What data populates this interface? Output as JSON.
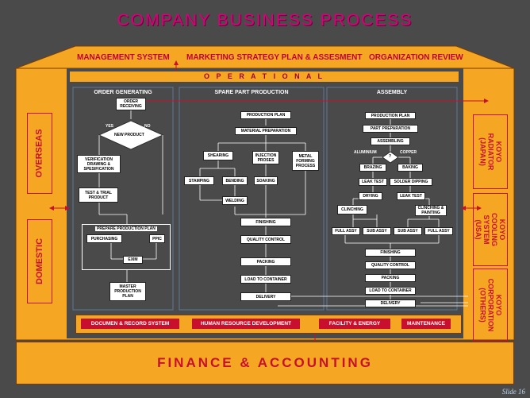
{
  "title": "COMPANY BUSINESS PROCESS",
  "top_banner": {
    "management": "MANAGEMENT SYSTEM",
    "marketing": "MARKETING STRATEGY PLAN & ASSESMENT",
    "organization": "ORGANIZATION REVIEW"
  },
  "operational": "O P E R A T I O N A L",
  "left_markets": {
    "overseas": "OVERSEAS",
    "domestic": "DOMESTIC"
  },
  "right_companies": {
    "japan": "KOYO RADIATOR (JAPAN)",
    "usa": "KOYO COOLING SYSTEM (USA)",
    "others": "KOYO CORPORATION (OTHERS)"
  },
  "columns": {
    "order": "ORDER GENERATING",
    "spare": "SPARE PART PRODUCTION",
    "assembly": "ASSEMBLY"
  },
  "order_flow": {
    "order_receiving": "ORDER RECEIVING",
    "yes": "YES",
    "no": "NO",
    "new_product": "NEW PRODUCT",
    "verification": "VERIFICATION DRAWING & SPESIFICATION",
    "test_trial": "TEST & TRIAL PRODUCT",
    "prepare_plan": "PREPARE PRODUCTION PLAN",
    "purchasing": "PURCHASING",
    "ppic": "PPIC",
    "exim": "EXIM",
    "master_plan": "MASTER PRODUCTION PLAN"
  },
  "spare_flow": {
    "production_plan": "PRODUCTION PLAN",
    "material_prep": "MATERIAL PREPARATION",
    "shearing": "SHEARING",
    "injection": "INJECTION PROSES",
    "metal_forming": "METAL FORMING PROCESS",
    "stamping": "STAMPING",
    "bending": "BENDING",
    "soaking": "SOAKING",
    "welding": "WELDING",
    "finishing": "FINISHING",
    "quality": "QUALITY CONTROL",
    "packing": "PACKING",
    "load": "LOAD TO CONTAINER",
    "delivery": "DELIVERY"
  },
  "assembly_flow": {
    "production_plan": "PRODUCTION PLAN",
    "part_prep": "PART PREPARATION",
    "assembling": "ASSEMBLING",
    "aluminium": "ALUMINIUM",
    "copper": "COPPER",
    "decision": "?",
    "brazing": "BRAZING",
    "baking": "BAKING",
    "leak_test_1": "LEAK TEST",
    "solder_dipping": "SOLDER DIPPING",
    "drying": "DRYING",
    "leak_test_2": "LEAK TEST",
    "clinching": "CLINCHING",
    "clinching_painting": "CLINCHING & PAINTING",
    "full_assy_1": "FULL ASSY",
    "sub_assy_1": "SUB ASSY",
    "sub_assy_2": "SUB ASSY",
    "full_assy_2": "FULL ASSY",
    "finishing": "FINISHING",
    "quality": "QUALITY CONTROL",
    "packing": "PACKING",
    "load": "LOAD TO CONTAINER",
    "delivery": "DELIVERY"
  },
  "support": {
    "document": "DOCUMEN & RECORD SYSTEM",
    "hr": "HUMAN RESOURCE DEVELOPMENT",
    "facility": "FACILITY & ENERGY",
    "maintenance": "MAINTENANCE"
  },
  "finance": "FINANCE & ACCOUNTING",
  "slide_no": "Slide 16"
}
